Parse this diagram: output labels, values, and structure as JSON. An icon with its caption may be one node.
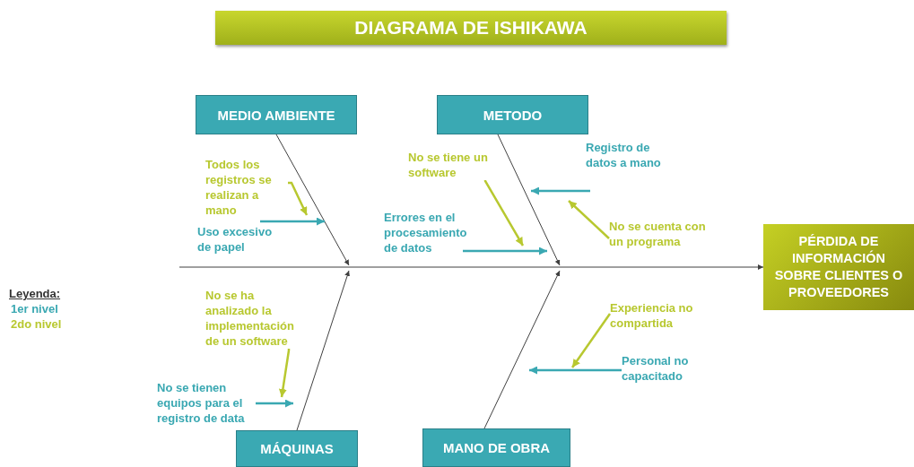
{
  "diagram": {
    "title": "DIAGRAMA DE ISHIKAWA",
    "nodes": [
      {
        "text": [
          "MEDIO AMBIENTE"
        ]
      },
      {
        "text": [
          "METODO"
        ]
      },
      {
        "text": [
          "MÁQUINAS"
        ]
      },
      {
        "text": [
          "MANO DE OBRA"
        ]
      },
      {
        "text": [
          "PÉRDIDA DE INFORMACIÓN SOBRE CLIENTES O PROVEEDORES"
        ]
      },
      {
        "text": [
          "Todos los registros se realizan a mano"
        ]
      },
      {
        "text": [
          "Uso excesivo de papel"
        ]
      },
      {
        "text": [
          "No se tiene un software"
        ]
      },
      {
        "text": [
          "Errores en el procesamiento de datos"
        ]
      },
      {
        "text": [
          "Registro de datos a mano"
        ]
      },
      {
        "text": [
          "No se cuenta con un programa"
        ]
      },
      {
        "text": [
          "No se ha analizado la implementación de un software"
        ]
      },
      {
        "text": [
          "No se tienen equipos para el registro de data"
        ]
      },
      {
        "text": [
          "Experiencia no compartida"
        ]
      },
      {
        "text": [
          "Personal no capacitado"
        ]
      }
    ],
    "edges": [
      {
        "from": null,
        "to": 4,
        "arrow": "to"
      },
      {
        "from": 0,
        "to": null,
        "arrow": "to"
      },
      {
        "from": 1,
        "to": null,
        "arrow": "to"
      },
      {
        "from": 2,
        "to": null,
        "arrow": "to"
      },
      {
        "from": 3,
        "to": null,
        "arrow": "to"
      },
      {
        "from": 6,
        "to": null,
        "arrow": "to",
        "color": "#3aa8b2"
      },
      {
        "from": 5,
        "to": null,
        "arrow": "to",
        "color": "#b8c830"
      },
      {
        "from": 8,
        "to": null,
        "arrow": "to",
        "color": "#3aa8b2"
      },
      {
        "from": 7,
        "to": null,
        "arrow": "to",
        "color": "#b8c830"
      },
      {
        "from": 9,
        "to": null,
        "arrow": "to",
        "color": "#3aa8b2"
      },
      {
        "from": 10,
        "to": null,
        "arrow": "to",
        "color": "#b8c830"
      },
      {
        "from": 12,
        "to": null,
        "arrow": "to",
        "color": "#3aa8b2"
      },
      {
        "from": 11,
        "to": null,
        "arrow": "to",
        "color": "#b8c830"
      },
      {
        "from": 14,
        "to": null,
        "arrow": "to",
        "color": "#3aa8b2"
      },
      {
        "from": 13,
        "to": null,
        "arrow": "to",
        "color": "#b8c830"
      }
    ],
    "labels": [
      "Leyenda:"
    ],
    "legend": [
      {
        "text": "1er nivel",
        "color": "#3aa8b2"
      },
      {
        "text": "2do nivel",
        "color": "#b8c830"
      }
    ]
  }
}
